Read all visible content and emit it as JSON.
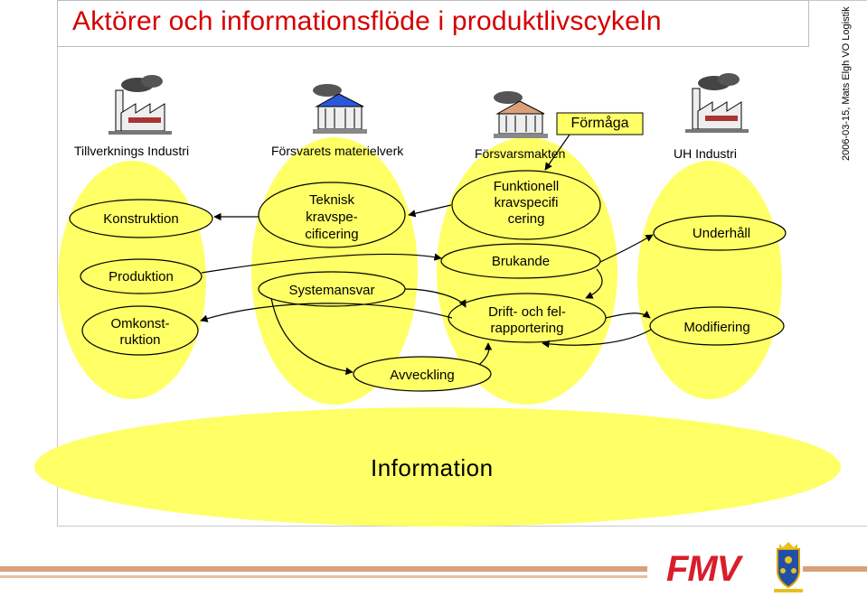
{
  "title": "Aktörer och informationsflöde i produktlivscykeln",
  "side_note": "2006-03-15, Mats Elgh VO Logistik",
  "actors": [
    {
      "label": "Tillverknings Industri",
      "icon": "factory-icon"
    },
    {
      "label": "Försvarets materielverk",
      "icon": "government-building-icon"
    },
    {
      "label": "Försvarsmakten",
      "icon": "government-building-icon"
    },
    {
      "label": "UH Industri",
      "icon": "factory-icon"
    }
  ],
  "formaga": "Förmåga",
  "nodes": {
    "konstruktion": "Konstruktion",
    "produktion": "Produktion",
    "omkonstruktion_1": "Omkonst-",
    "omkonstruktion_2": "ruktion",
    "teknisk_1": "Teknisk",
    "teknisk_2": "kravspe-",
    "teknisk_3": "cificering",
    "systemansvar": "Systemansvar",
    "funktionell_1": "Funktionell",
    "funktionell_2": "kravspecifi",
    "funktionell_3": "cering",
    "brukande": "Brukande",
    "drift_1": "Drift- och fel-",
    "drift_2": "rapportering",
    "underhall": "Underhåll",
    "modifiering": "Modifiering",
    "avveckling": "Avveckling"
  },
  "information": "Information",
  "logo": "FMV",
  "colors": {
    "title": "#d40000",
    "ellipse_fill": "#ffff66",
    "logo_red": "#d81e2a",
    "bottom_bar": "#d9a07a"
  }
}
